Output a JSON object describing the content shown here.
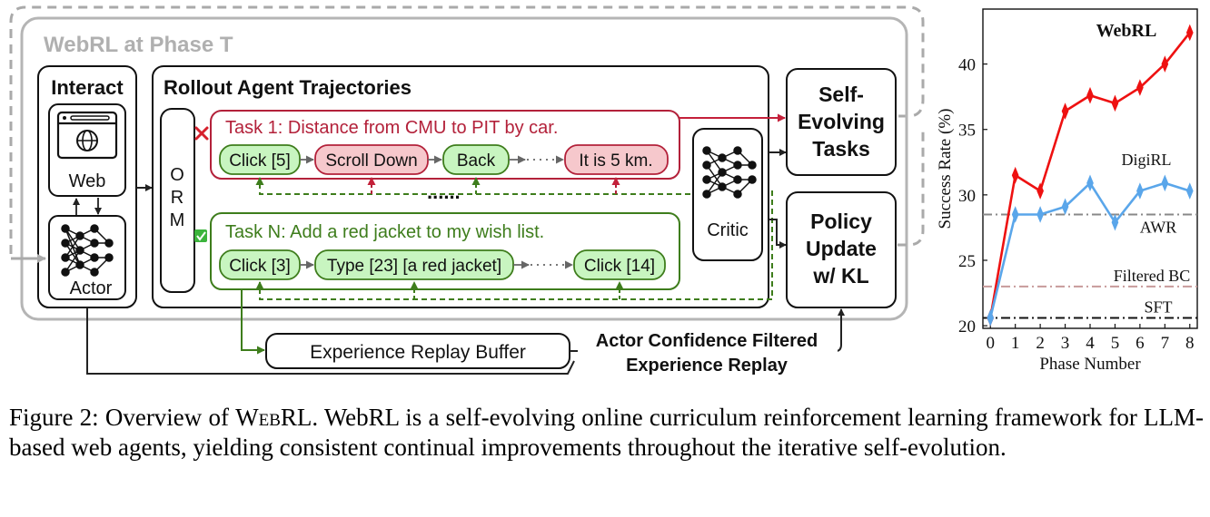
{
  "diagram": {
    "phase_title": "WebRL at Phase T",
    "interact_title": "Interact",
    "web_label": "Web",
    "actor_label": "Actor",
    "rollout_title": "Rollout Agent Trajectories",
    "orm_letters": [
      "O",
      "R",
      "M"
    ],
    "task1": {
      "title": "Task 1: Distance from CMU to PIT by car.",
      "steps": [
        "Click [5]",
        "Scroll Down",
        "Back",
        "It is 5 km."
      ]
    },
    "taskN": {
      "title": "Task N: Add a red jacket to my wish list.",
      "steps": [
        "Click [3]",
        "Type [23] [a red jacket]",
        "Click [14]"
      ]
    },
    "ellipsis": "......",
    "critic_label": "Critic",
    "self_evolving": [
      "Self-",
      "Evolving",
      "Tasks"
    ],
    "policy_update": [
      "Policy",
      "Update",
      "w/ KL"
    ],
    "replay_buffer": "Experience Replay Buffer",
    "replay_caption": [
      "Actor Confidence Filtered",
      "Experience Replay"
    ],
    "colors": {
      "fail_red": "#b3213a",
      "success_green": "#3e7d1c",
      "gray": "#aaaaaa"
    }
  },
  "chart_data": {
    "type": "line",
    "xlabel": "Phase Number",
    "ylabel": "Success Rate (%)",
    "x": [
      0,
      1,
      2,
      3,
      4,
      5,
      6,
      7,
      8
    ],
    "xlim": [
      -0.3,
      8.3
    ],
    "ylim": [
      19.8,
      44.2
    ],
    "yticks": [
      20,
      25,
      30,
      35,
      40
    ],
    "series": [
      {
        "name": "WebRL",
        "color": "#ee1111",
        "values": [
          20.6,
          31.5,
          30.3,
          36.4,
          37.6,
          37.0,
          38.2,
          40.0,
          42.4
        ]
      },
      {
        "name": "DigiRL",
        "color": "#5aa6ea",
        "values": [
          20.6,
          28.5,
          28.5,
          29.1,
          30.9,
          27.9,
          30.3,
          30.9,
          30.3
        ]
      }
    ],
    "reference_lines": [
      {
        "name": "AWR",
        "value": 28.5,
        "color": "#888888"
      },
      {
        "name": "Filtered BC",
        "value": 23.0,
        "color": "#c89a9a"
      },
      {
        "name": "SFT",
        "value": 20.6,
        "color": "#111111"
      }
    ]
  },
  "caption": {
    "label": "Figure 2: Overview of",
    "name": "WebRL",
    "rest": ". WebRL is a self-evolving online curriculum reinforcement learning framework for LLM-based web agents, yielding consistent continual improvements throughout the iterative self-evolution."
  }
}
